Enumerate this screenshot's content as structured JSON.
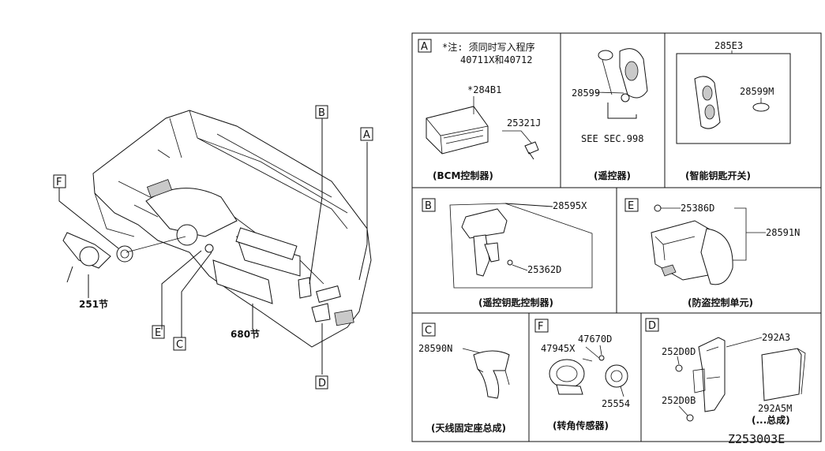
{
  "diagram_id": "Z253003E",
  "overview": {
    "callouts": {
      "A": "A",
      "B": "B",
      "C": "C",
      "D": "D",
      "E": "E",
      "F": "F"
    },
    "labels": {
      "p251": "251节",
      "p680": "680节"
    }
  },
  "panelA": {
    "letter": "A",
    "note_line1": "*注: 须同时写入程序",
    "note_line2": "40711X和40712",
    "part_bcm": "*284B1",
    "part_bolt": "25321J",
    "caption_bcm": "(BCM控制器)",
    "part_remote": "28599",
    "see_sec": "SEE SEC.998",
    "caption_remote": "(遥控器)",
    "part_kit": "285E3",
    "part_battery": "28599M",
    "caption_kit": "(智能钥匙开关)"
  },
  "panelB": {
    "letter": "B",
    "part_main": "28595X",
    "part_screw": "25362D",
    "caption": "(遥控钥匙控制器)"
  },
  "panelE": {
    "letter": "E",
    "part_screw": "25386D",
    "part_main": "28591N",
    "caption": "(防盗控制单元)"
  },
  "panelC": {
    "letter": "C",
    "part_main": "28590N",
    "caption": "(天线固定座总成)"
  },
  "panelF": {
    "letter": "F",
    "part_a": "47945X",
    "part_b": "47670D",
    "part_c": "25554",
    "caption": "(转角传感器)"
  },
  "panelD": {
    "letter": "D",
    "part_bracket": "292A3",
    "part_nut1": "252D0D",
    "part_nut2": "252D0B",
    "part_module": "292A5M",
    "part_module_note": "(...总成)"
  }
}
